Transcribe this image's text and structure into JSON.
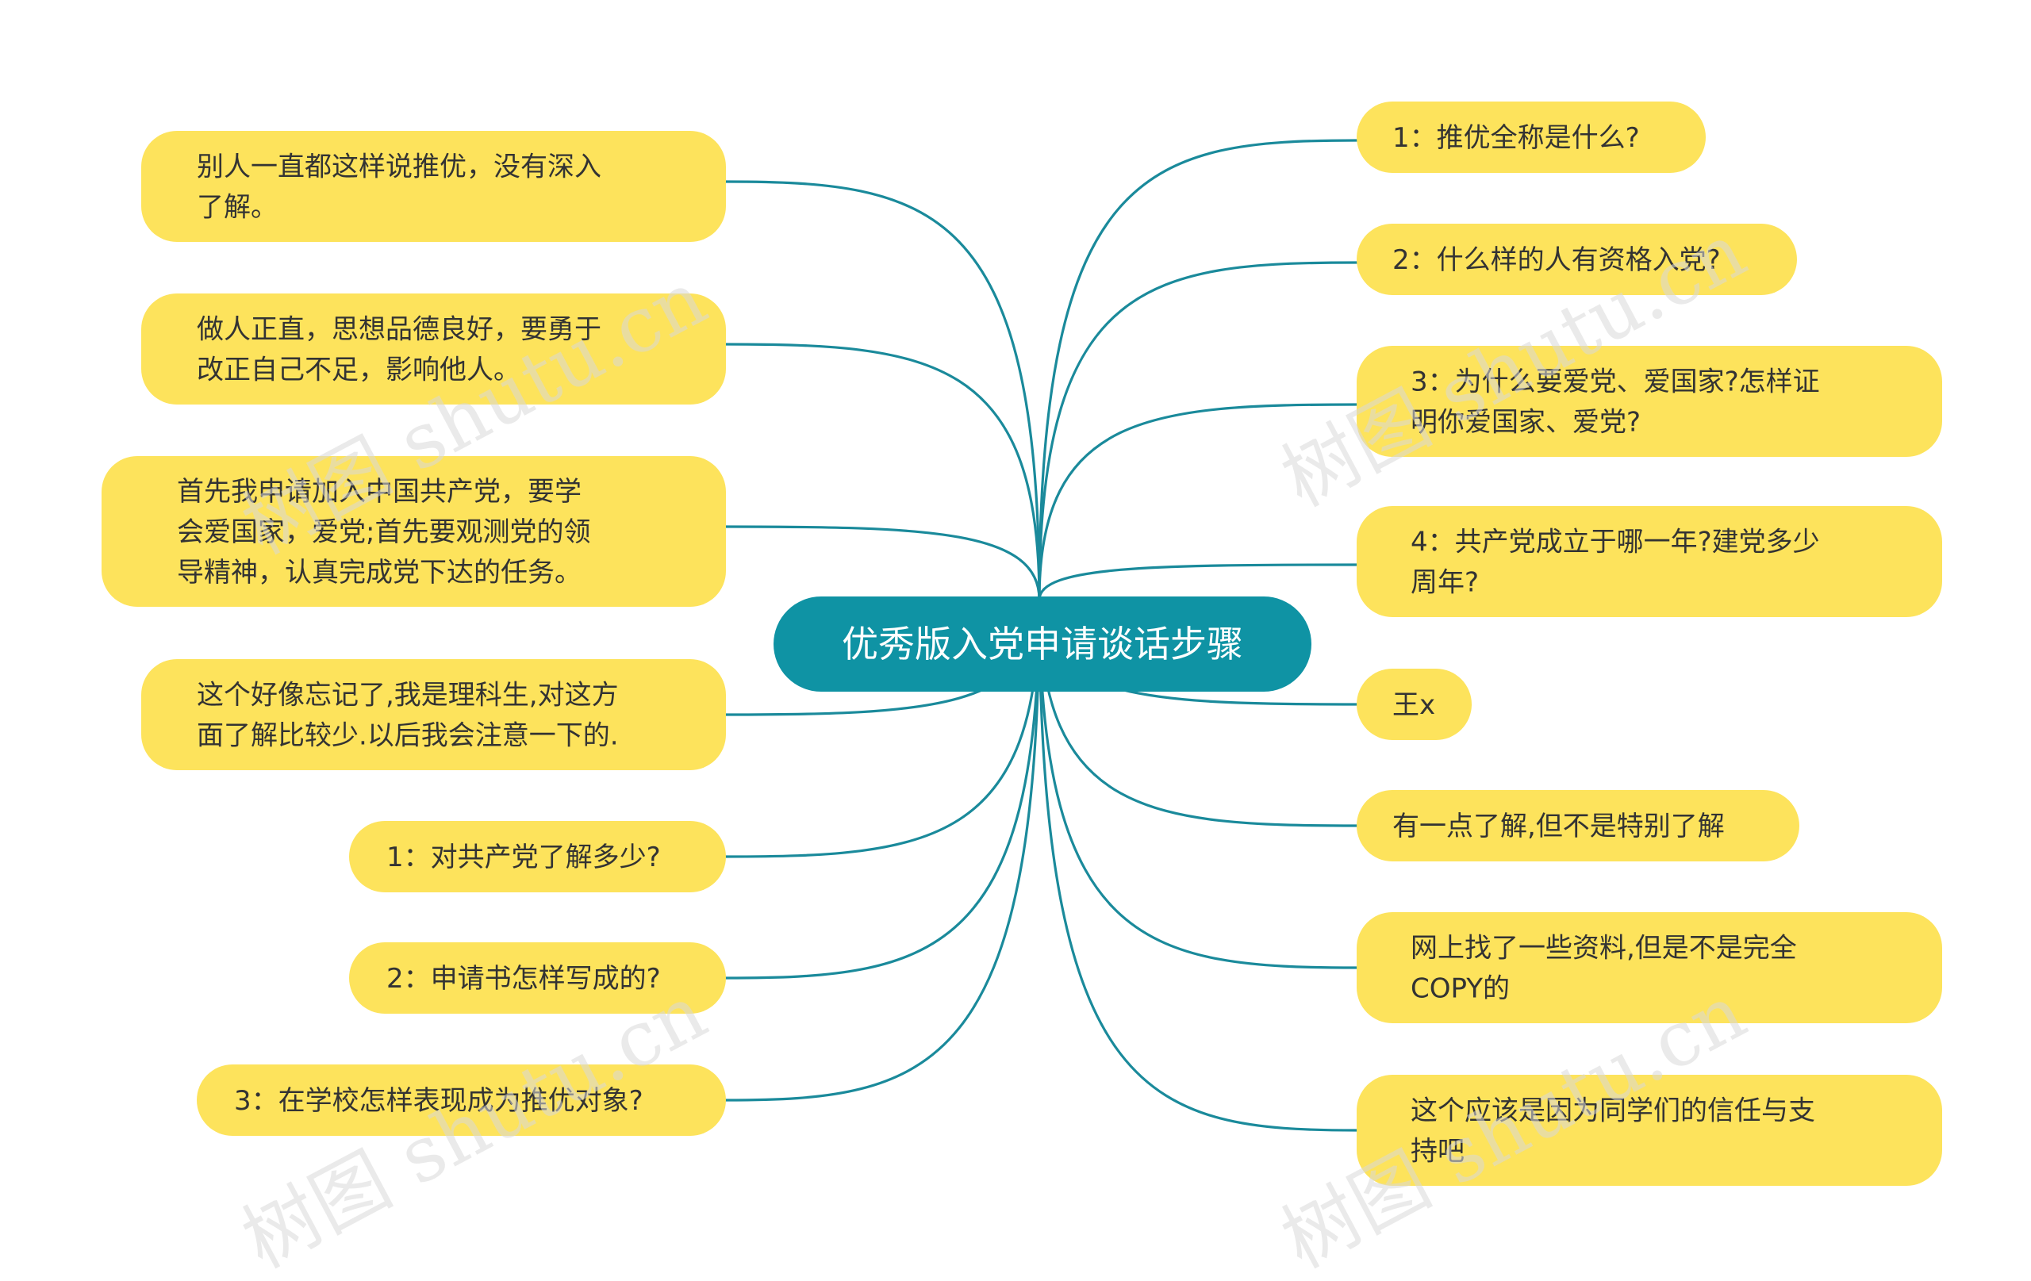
{
  "colors": {
    "center_fill": "#0f93a4",
    "node_fill": "#fde35c",
    "edge": "#1a8a9b",
    "text": "#333333",
    "center_text": "#ffffff",
    "watermark": "#d9d9d9"
  },
  "center": {
    "title": "优秀版入党申请谈话步骤"
  },
  "left_nodes": [
    {
      "lines": [
        "别人一直都这样说推优，没有深入",
        "了解。"
      ]
    },
    {
      "lines": [
        "做人正直，思想品德良好，要勇于",
        "改正自己不足，影响他人。"
      ]
    },
    {
      "lines": [
        "首先我申请加入中国共产党，要学",
        "会爱国家，爱党;首先要观测党的领",
        "导精神，认真完成党下达的任务。"
      ]
    },
    {
      "lines": [
        "这个好像忘记了,我是理科生,对这方",
        "面了解比较少.以后我会注意一下的."
      ]
    },
    {
      "lines": [
        "1：对共产党了解多少?"
      ]
    },
    {
      "lines": [
        "2：申请书怎样写成的?"
      ]
    },
    {
      "lines": [
        "3：在学校怎样表现成为推优对象?"
      ]
    }
  ],
  "right_nodes": [
    {
      "lines": [
        "1：推优全称是什么?"
      ]
    },
    {
      "lines": [
        "2：什么样的人有资格入党?"
      ]
    },
    {
      "lines": [
        "3：为什么要爱党、爱国家?怎样证",
        "明你爱国家、爱党?"
      ]
    },
    {
      "lines": [
        "4：共产党成立于哪一年?建党多少",
        "周年?"
      ]
    },
    {
      "lines": [
        "王x"
      ]
    },
    {
      "lines": [
        "有一点了解,但不是特别了解"
      ]
    },
    {
      "lines": [
        "网上找了一些资料,但是不是完全",
        "COPY的"
      ]
    },
    {
      "lines": [
        "这个应该是因为同学们的信任与支",
        "持吧"
      ]
    }
  ],
  "watermarks": [
    "树图 shutu.cn",
    "树图 shutu.cn",
    "树图 shutu.cn",
    "树图 shutu.cn"
  ]
}
